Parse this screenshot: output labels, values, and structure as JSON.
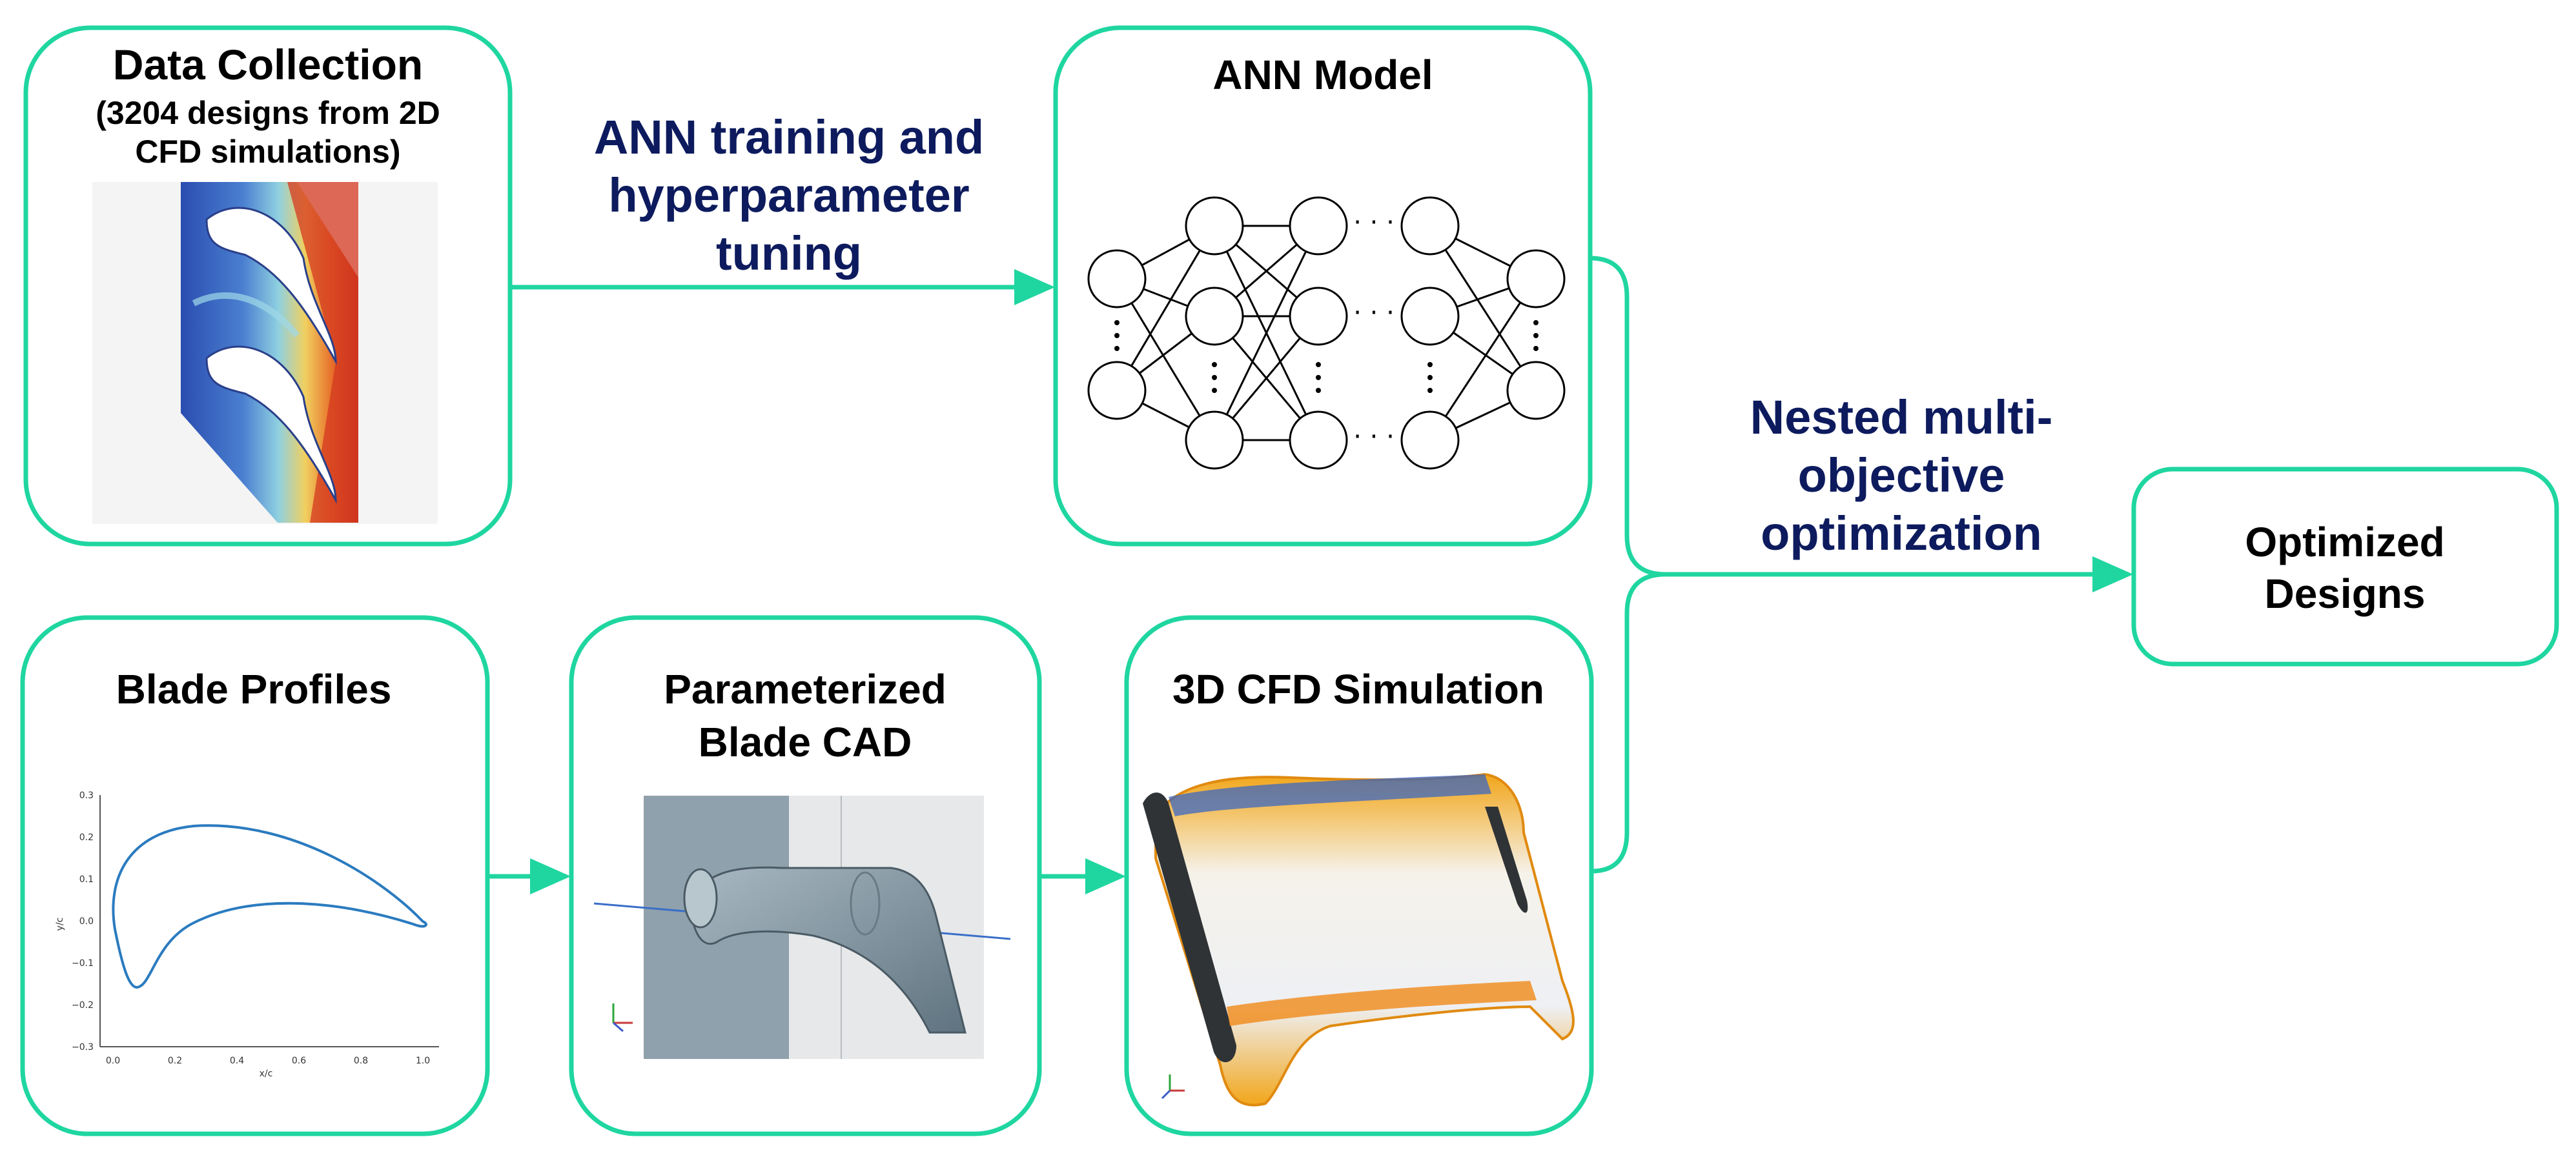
{
  "colors": {
    "accent": "#1fd6a0",
    "label": "#0d1b5e",
    "text": "#000000"
  },
  "boxes": {
    "data_collection": {
      "title": "Data Collection",
      "subtitle_line1": "(3204 designs from 2D",
      "subtitle_line2": "CFD simulations)",
      "image_icon": "cfd-contour-image"
    },
    "ann_model": {
      "title": "ANN Model",
      "image_icon": "neural-network-diagram"
    },
    "blade_profiles": {
      "title": "Blade Profiles",
      "image_icon": "airfoil-profile-plot"
    },
    "blade_cad": {
      "title_line1": "Parameterized",
      "title_line2": "Blade CAD",
      "image_icon": "blade-cad-render"
    },
    "cfd_3d": {
      "title": "3D CFD Simulation",
      "image_icon": "3d-cfd-render"
    },
    "optimized": {
      "title_line1": "Optimized",
      "title_line2": "Designs"
    }
  },
  "edges": {
    "ann_training": {
      "line1": "ANN training and",
      "line2": "hyperparameter",
      "line3": "tuning"
    },
    "nested_optimization": {
      "line1": "Nested multi-",
      "line2": "objective",
      "line3": "optimization"
    }
  },
  "profile_plot": {
    "xticks": [
      "0.0",
      "0.2",
      "0.4",
      "0.6",
      "0.8",
      "1.0"
    ],
    "yticks": [
      "0.3",
      "0.2",
      "0.1",
      "0.0",
      "−0.1",
      "−0.2",
      "−0.3"
    ],
    "xlabel": "x/c",
    "ylabel": "y/c"
  },
  "nn_diagram": {
    "ellipsis": "· · ·"
  }
}
